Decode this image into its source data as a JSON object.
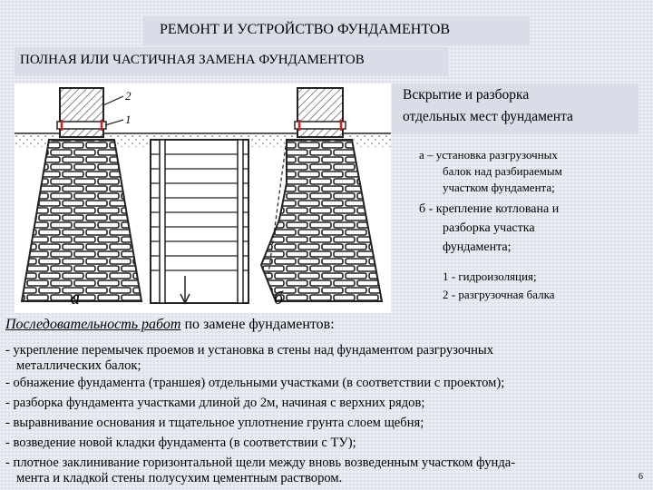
{
  "header": {
    "title": "РЕМОНТ И УСТРОЙСТВО ФУНДАМЕНТОВ",
    "subtitle": "ПОЛНАЯ ИЛИ ЧАСТИЧНАЯ ЗАМЕНА ФУНДАМЕНТОВ"
  },
  "figure": {
    "label_a": "а",
    "label_b": "б",
    "label_1": "1",
    "label_2": "2"
  },
  "side": {
    "heading_line1": "Вскрытие и разборка",
    "heading_line2": "отдельных мест фундамента",
    "legend_a_line1": "а – установка разгрузочных",
    "legend_a_line2": "балок над разбираемым",
    "legend_a_line3": "участком фундамента;",
    "legend_b_line1": "б - крепление котлована и",
    "legend_b_line2": "разборка участка",
    "legend_b_line3": "фундамента;",
    "note_1": "1 - гидроизоляция;",
    "note_2": "2 - разгрузочная балка"
  },
  "sequence": {
    "title_italic": "Последовательность работ",
    "title_rest": " по замене фундаментов:",
    "steps": [
      {
        "line1": "- укрепление перемычек проемов и установка в стены над фундаментом разгрузочных",
        "line2": "металлических балок;"
      },
      {
        "line1": "- обнажение фундамента (траншея) отдельными участками (в соответствии с проектом);",
        "line2": ""
      },
      {
        "line1": "- разборка фундамента участками длиной до 2м, начиная с верхних рядов;",
        "line2": ""
      },
      {
        "line1": "- выравнивание основания и тщательное уплотнение грунта слоем щебня;",
        "line2": ""
      },
      {
        "line1": "- возведение новой кладки фундамента (в соответствии с ТУ);",
        "line2": ""
      },
      {
        "line1": "- плотное заклинивание горизонтальной щели между вновь возведенным участком фунда-",
        "line2": "мента и кладкой стены полусухим цементным раствором."
      }
    ]
  },
  "page_number": "6"
}
